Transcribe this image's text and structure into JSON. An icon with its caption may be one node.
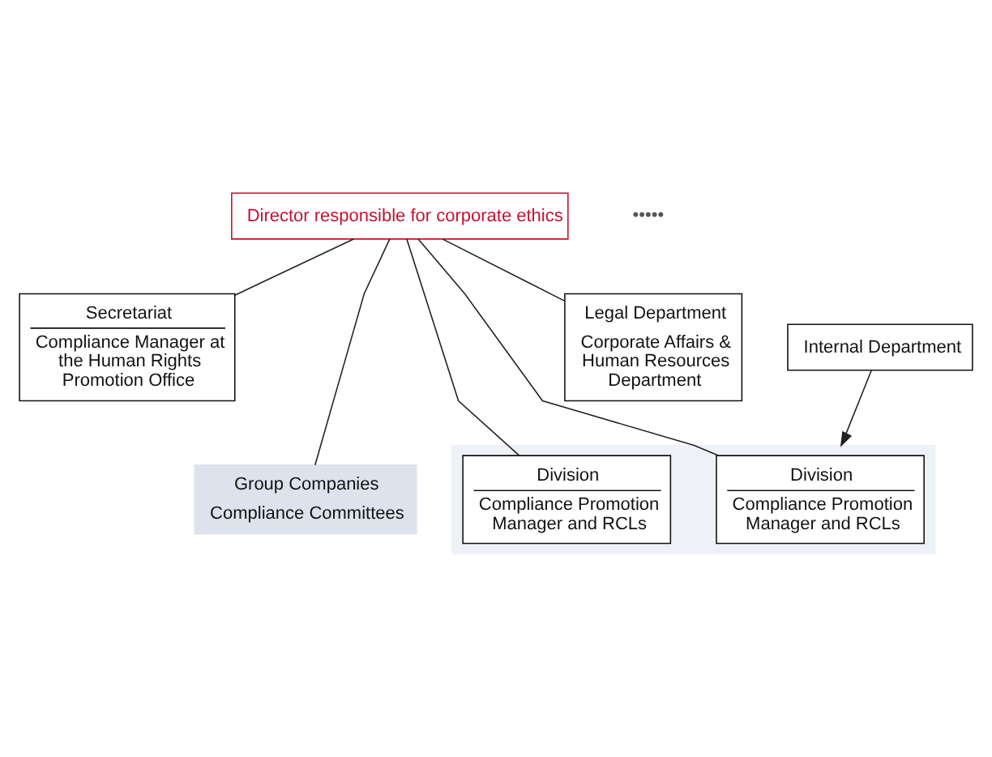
{
  "diagram": {
    "nodes": [
      {
        "text": [
          "Director responsible for corporate ethics"
        ]
      },
      {
        "text": [
          "Legal Department",
          "Corporate Affairs & Human Resources Department"
        ]
      },
      {
        "text": [
          "Secretariat",
          "Compliance Manager at the Human Rights Promotion Office"
        ]
      },
      {
        "text": [
          "Internal Department"
        ]
      },
      {
        "text": [],
        "shape": "box"
      },
      {
        "text": [
          "Group Companies",
          "Compliance Committees"
        ]
      },
      {
        "text": [
          "Division",
          "Compliance Promotion Manager and RCLs"
        ],
        "in": 4
      },
      {
        "text": [
          "Division",
          "Compliance Promotion Manager and RCLs"
        ],
        "in": 4
      }
    ],
    "edges": [
      {
        "from": 0,
        "to": 1,
        "arrow": "none"
      },
      {
        "from": 0,
        "to": 2,
        "arrow": "none"
      },
      {
        "from": 0,
        "to": 5,
        "arrow": "none"
      },
      {
        "from": 0,
        "to": 6,
        "arrow": "none"
      },
      {
        "from": 0,
        "to": 7,
        "arrow": "none"
      },
      {
        "from": 3,
        "to": 4,
        "arrow": "to"
      }
    ],
    "labels": [
      "•••••"
    ]
  }
}
